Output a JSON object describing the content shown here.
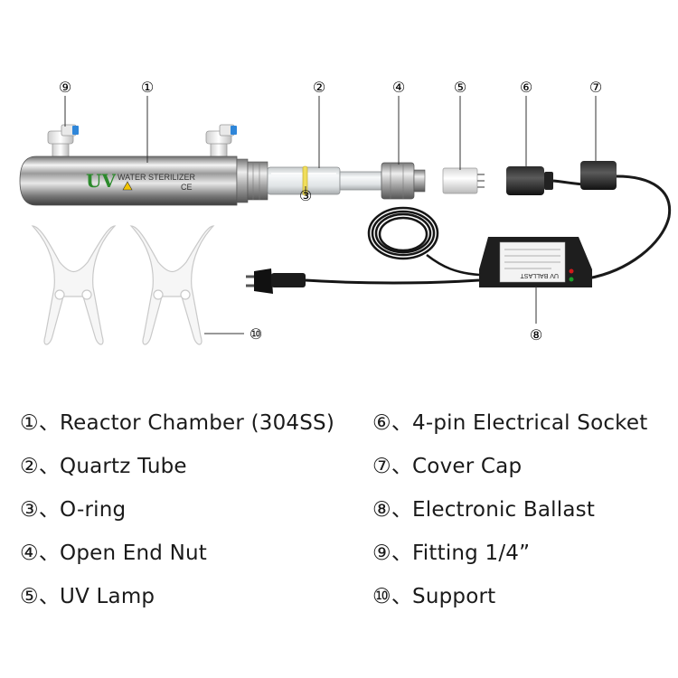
{
  "product": {
    "body_text": "WATER STERILIZER",
    "body_logo": "UV",
    "body_mark": "CE",
    "ballast_label_text": "UV BALLAST"
  },
  "callouts": [
    "⑨",
    "①",
    "②",
    "④",
    "⑤",
    "⑥",
    "⑦",
    "③",
    "⑧",
    "⑩"
  ],
  "legend": {
    "left": [
      {
        "num": "①",
        "sep": "、",
        "text": "Reactor Chamber (304SS)"
      },
      {
        "num": "②",
        "sep": "、",
        "text": "Quartz Tube"
      },
      {
        "num": "③",
        "sep": "、",
        "text": "O-ring"
      },
      {
        "num": "④",
        "sep": "、",
        "text": "Open End Nut"
      },
      {
        "num": "⑤",
        "sep": "、",
        "text": "UV Lamp"
      }
    ],
    "right": [
      {
        "num": "⑥",
        "sep": "、",
        "text": "4-pin Electrical Socket"
      },
      {
        "num": "⑦",
        "sep": "、",
        "text": "Cover Cap"
      },
      {
        "num": "⑧",
        "sep": "、",
        "text": "Electronic Ballast"
      },
      {
        "num": "⑨",
        "sep": "、",
        "text": "Fitting 1/4”"
      },
      {
        "num": "⑩",
        "sep": "、",
        "text": "Support"
      }
    ]
  }
}
